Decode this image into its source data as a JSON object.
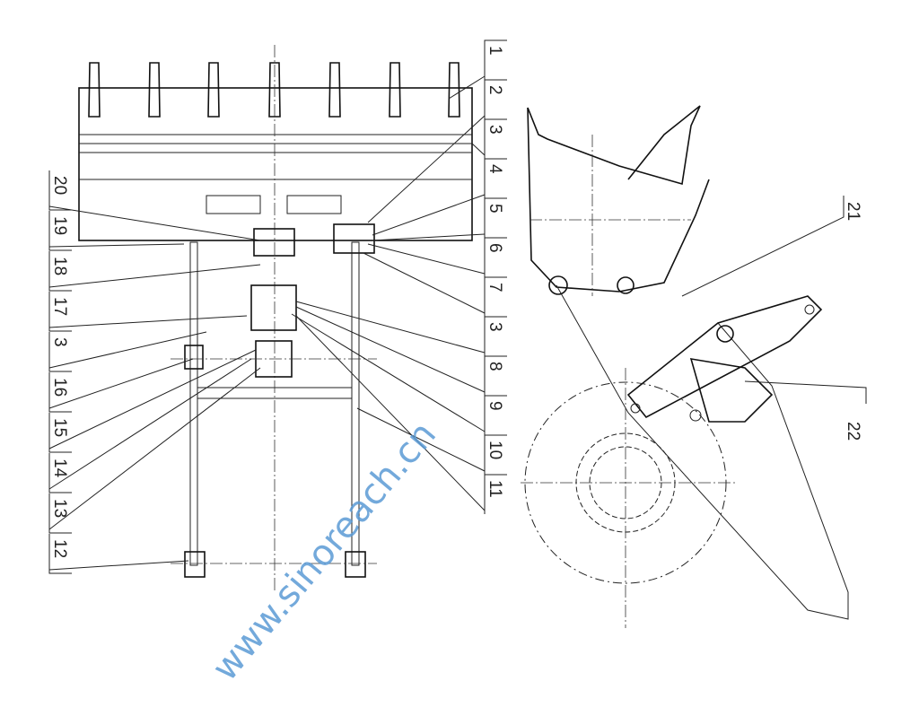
{
  "drawing": {
    "title": "Loader working device assembly",
    "right_labels": [
      "1",
      "2",
      "3",
      "4",
      "5",
      "6",
      "7",
      "3",
      "8",
      "9",
      "10",
      "11"
    ],
    "left_labels": [
      "20",
      "19",
      "18",
      "17",
      "3",
      "16",
      "15",
      "14",
      "13",
      "12"
    ],
    "side_labels": [
      "21",
      "22"
    ],
    "watermark": "www.sinoreach.cn",
    "colors": {
      "line": "#222222",
      "watermark": "#5b9bd5"
    }
  }
}
